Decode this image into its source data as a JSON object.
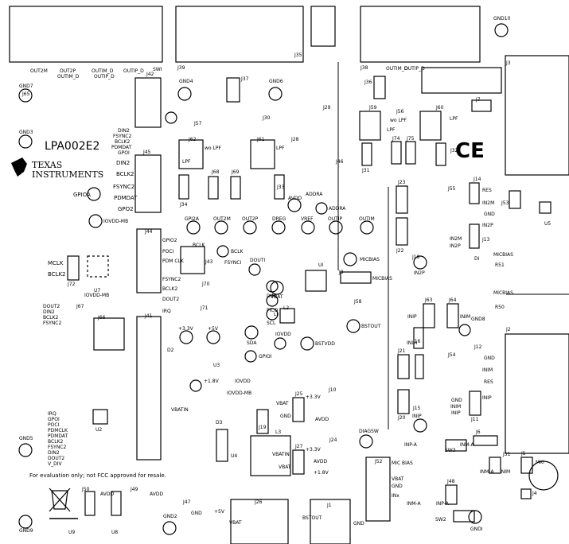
{
  "board": {
    "title": "LPA002E2",
    "brand_line1": "Texas",
    "brand_line2": "Instruments",
    "ce_mark": "CE",
    "fcc_note": "For evaluation only; not FCC approved for resale."
  },
  "ground_pads": [
    "GND10",
    "GND7",
    "GND3",
    "GND4",
    "GND6",
    "GND5",
    "GND9",
    "GND2",
    "GNDI",
    "GND8"
  ],
  "connectors": [
    "J65",
    "J42",
    "J39",
    "J37",
    "J30",
    "J35",
    "J36",
    "J38",
    "J3",
    "J29",
    "J59",
    "J56",
    "J60",
    "J7",
    "J57",
    "J62",
    "J61",
    "J28",
    "J46",
    "J74",
    "J75",
    "J32",
    "J45",
    "J34",
    "J68",
    "J69",
    "J33",
    "J31",
    "J23",
    "J55",
    "J14",
    "J53",
    "J44",
    "J43",
    "J22",
    "J18",
    "J13",
    "J72",
    "J70",
    "J71",
    "J8",
    "J58",
    "J67",
    "J66",
    "J63",
    "J64",
    "J16",
    "J41",
    "J21",
    "J54",
    "J12",
    "J2",
    "J20",
    "J15",
    "J11",
    "J10",
    "J25",
    "J19",
    "J24",
    "J27",
    "J52",
    "J6",
    "J5",
    "J51",
    "J4",
    "J47",
    "J26",
    "J1",
    "J50",
    "J49",
    "J48"
  ],
  "labels": {
    "out2m": "OUT2M",
    "out2p": "OUT2P",
    "outim_d": "OUTIM_D",
    "outip_d": "OUTIP_D",
    "swi": "SWI",
    "outip": "OUTIP",
    "vbat": "VBAT",
    "gnd": "GND",
    "outim": "OUTIM",
    "din2": "DIN2",
    "fsync2": "FSYNC2",
    "bclk2": "BCLK2",
    "pdmdat": "PDMDAT",
    "gpoi": "GPOI",
    "gpio2": "GPIO2",
    "gpo2": "GPO2",
    "bclk2b": "BCLK2",
    "fsync2b": "FSYNC2",
    "gpioa": "GPIOA",
    "iovdd_mb": "IOVDD-MB",
    "wo_lpf": "wo LPF",
    "lpf": "LPF",
    "inim": "INIM",
    "in2m": "IN2M",
    "in2p": "IN2P",
    "addra": "ADDRA",
    "avdd": "AVDD",
    "dreg": "DREG",
    "vref": "VREF",
    "gpi2a": "GPI2A",
    "res": "RES",
    "micbias": "MICBIAS",
    "bstout": "BSTOUT",
    "bstvdd": "BSTVDD",
    "diagsw": "DIAGSW",
    "mclk": "MCLK",
    "bclk": "BCLK",
    "fsynci": "FSYNCI",
    "douti": "DOUTI",
    "dini": "DINI",
    "sda": "SDA",
    "scl": "SCL",
    "pico": "PICO",
    "poci": "POCI",
    "pdm_clk": "PDM CLK",
    "irq": "IRQ",
    "dout2": "DOUT2",
    "plus33v": "+3.3V",
    "plus5v": "+5V",
    "plus18v": "+1.8V",
    "iovdd": "IOVDD",
    "gpiol": "GPIOI",
    "vbatin": "VBATIN",
    "inip": "INIP",
    "inm_a": "INM-A",
    "inp_a": "INP-A",
    "sw3": "SW3",
    "sw2": "SW2",
    "mki": "MKI",
    "mic_bias": "MIC BIAS",
    "inx": "INx",
    "v_div": "V_DIV",
    "pdmclk": "PDMCLK",
    "di": "DI",
    "r50": "R50",
    "r51": "R51",
    "u5": "U5",
    "u7": "U7",
    "u9": "U9",
    "u8": "U8",
    "ui": "UI",
    "u2": "U2",
    "u3": "U3",
    "u4": "U4",
    "li": "LI",
    "l2": "L2",
    "l3": "L3",
    "d2": "D2",
    "d3": "D3"
  },
  "colors": {
    "silkscreen": "#000000",
    "board": "#ffffff"
  }
}
